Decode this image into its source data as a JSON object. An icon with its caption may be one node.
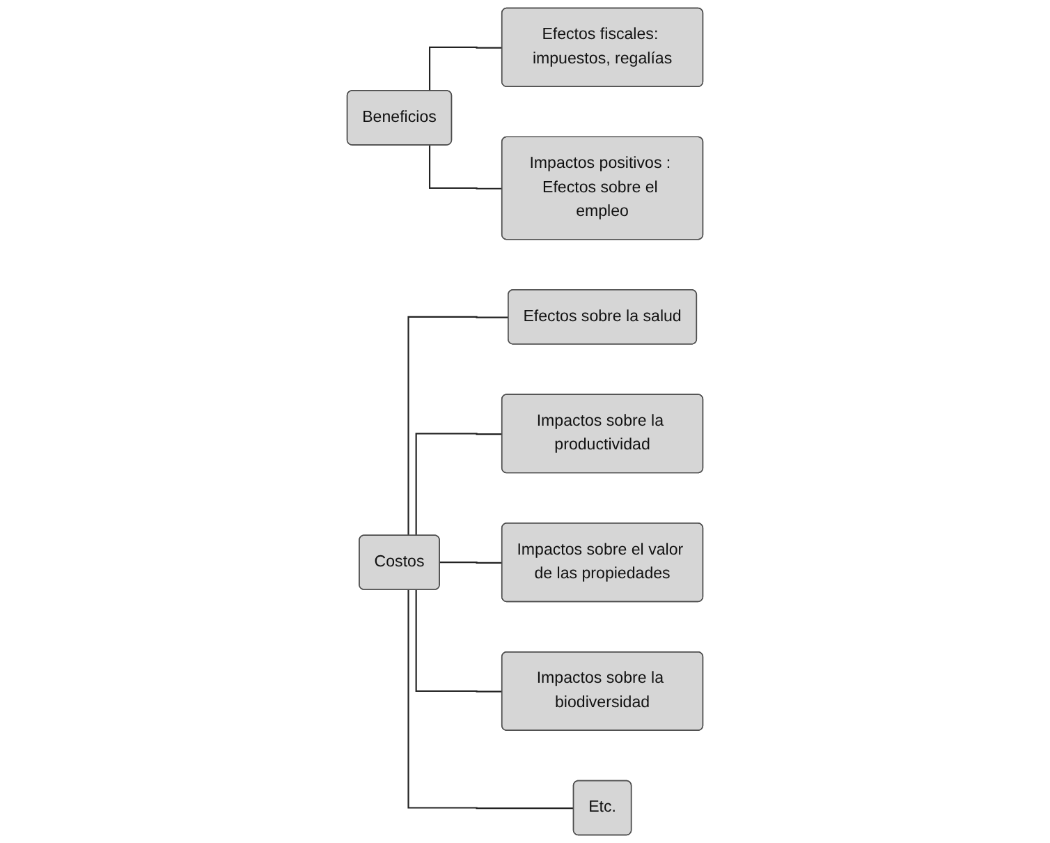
{
  "diagram": {
    "nodes": [
      {
        "text": [
          "Beneficios"
        ]
      },
      {
        "text": [
          "Efectos fiscales: impuestos, regalías"
        ]
      },
      {
        "text": [
          "Impactos positivos : Efectos sobre el empleo"
        ]
      },
      {
        "text": [
          "Costos"
        ]
      },
      {
        "text": [
          "Efectos sobre la salud"
        ]
      },
      {
        "text": [
          "Impactos sobre la productividad"
        ]
      },
      {
        "text": [
          "Impactos sobre el valor de las propiedades"
        ]
      },
      {
        "text": [
          "Impactos sobre la biodiversidad"
        ]
      },
      {
        "text": [
          "Etc."
        ]
      }
    ],
    "edges": [
      {
        "from": 0,
        "to": 1,
        "arrow": "none"
      },
      {
        "from": 0,
        "to": 2,
        "arrow": "none"
      },
      {
        "from": 3,
        "to": 4,
        "arrow": "none"
      },
      {
        "from": 3,
        "to": 5,
        "arrow": "none"
      },
      {
        "from": 3,
        "to": 6,
        "arrow": "none"
      },
      {
        "from": 3,
        "to": 7,
        "arrow": "none"
      },
      {
        "from": 3,
        "to": 8,
        "arrow": "none"
      }
    ]
  }
}
